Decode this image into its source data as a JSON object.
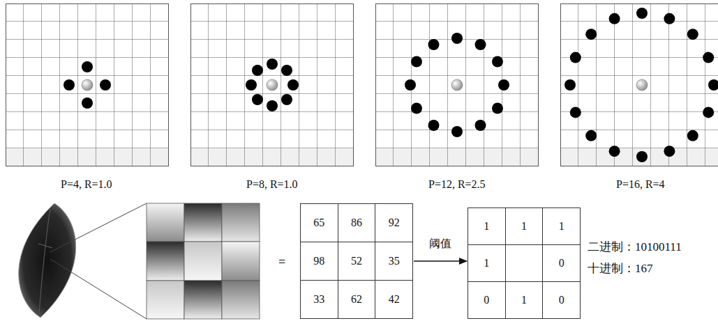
{
  "diagram": {
    "nodes": [
      {
        "text": [
          "65",
          "86",
          "92",
          "98",
          "52",
          "35",
          "33",
          "62",
          "42"
        ]
      },
      {
        "text": [
          "1",
          "1",
          "1",
          "1",
          "0",
          "0",
          "1",
          "0"
        ]
      }
    ],
    "edges": [
      {
        "from": 0,
        "to": 1,
        "arrow": "to",
        "label": "阈值"
      }
    ],
    "labels": [
      "P=4, R=1.0",
      "P=8, R=1.0",
      "P=12, R=2.5",
      "P=16, R=4",
      "=",
      "二进制：10100111",
      "十进制：167"
    ]
  }
}
